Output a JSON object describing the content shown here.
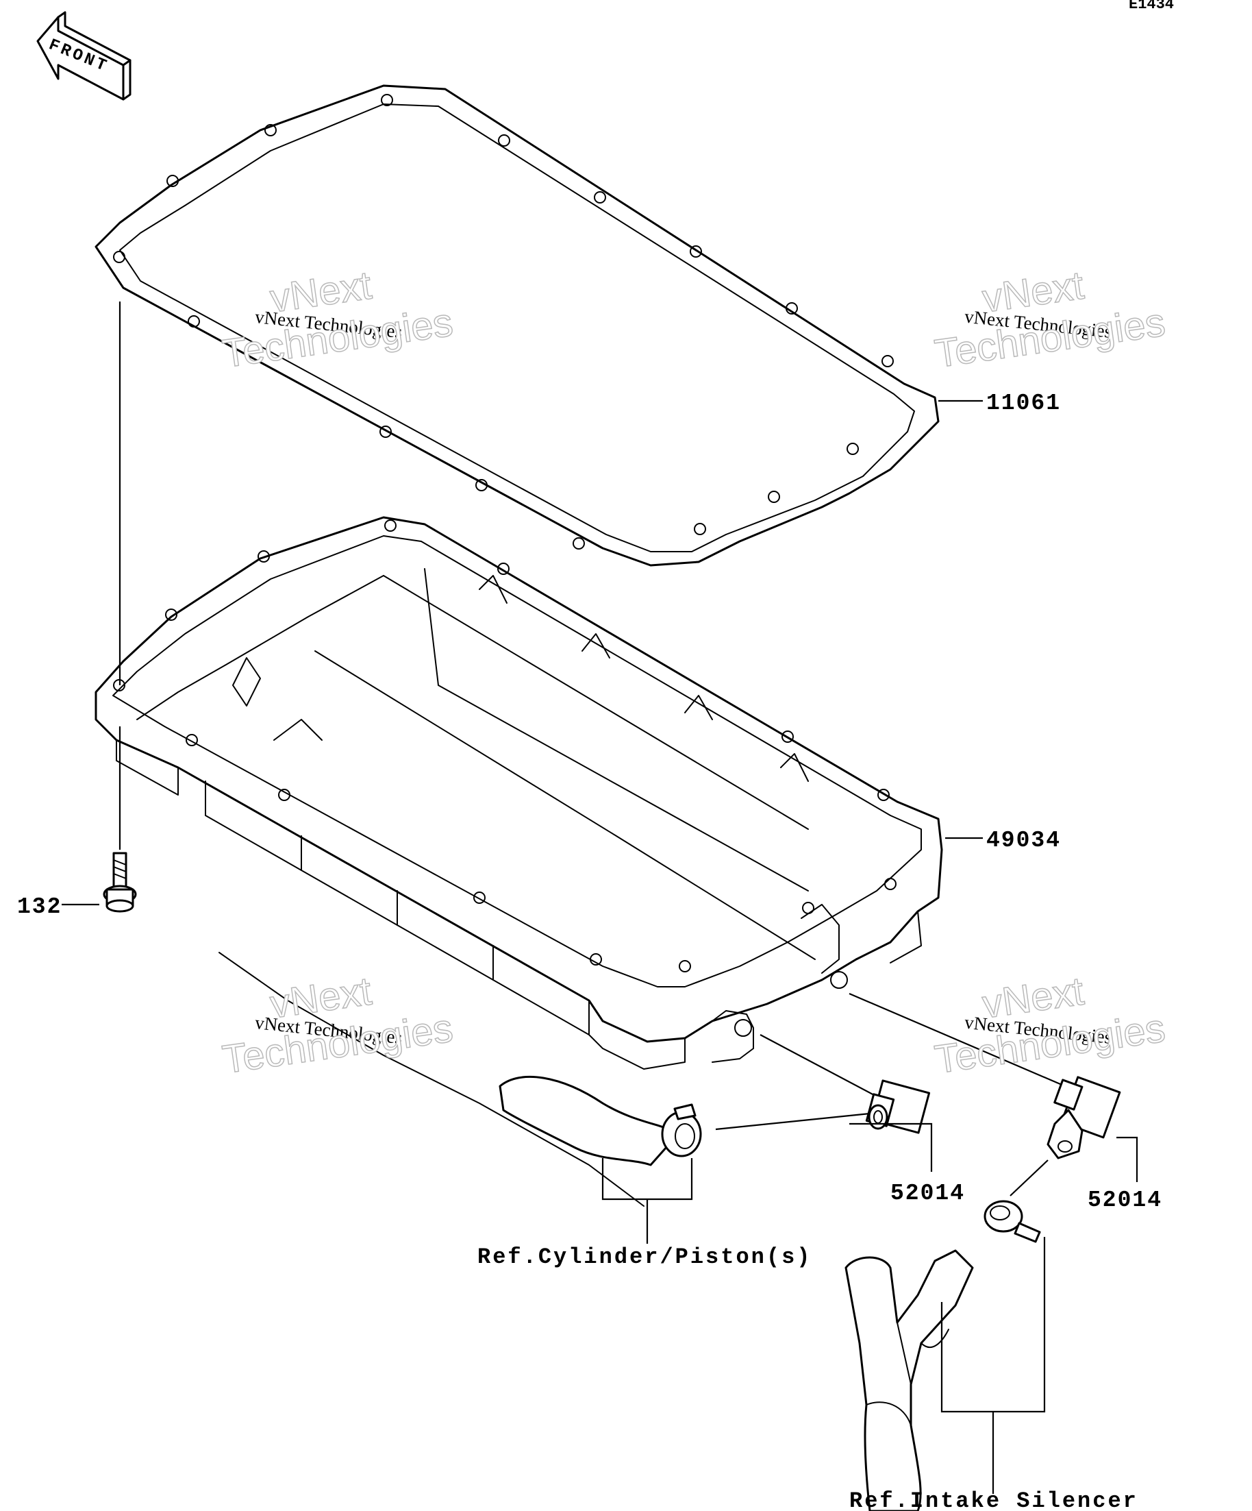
{
  "diagram_code": "E1434",
  "front_indicator": "FRONT",
  "parts": {
    "gasket": "11061",
    "oil_pan": "49034",
    "bolt": "132",
    "fitting_left": "52014",
    "fitting_right": "52014"
  },
  "references": {
    "cylinder": "Ref.Cylinder/Piston(s)",
    "intake": "Ref.Intake Silencer"
  },
  "watermark": {
    "line_small": "vNext Technologies",
    "line_big_1": "vNext",
    "line_big_2": "Technologies"
  }
}
